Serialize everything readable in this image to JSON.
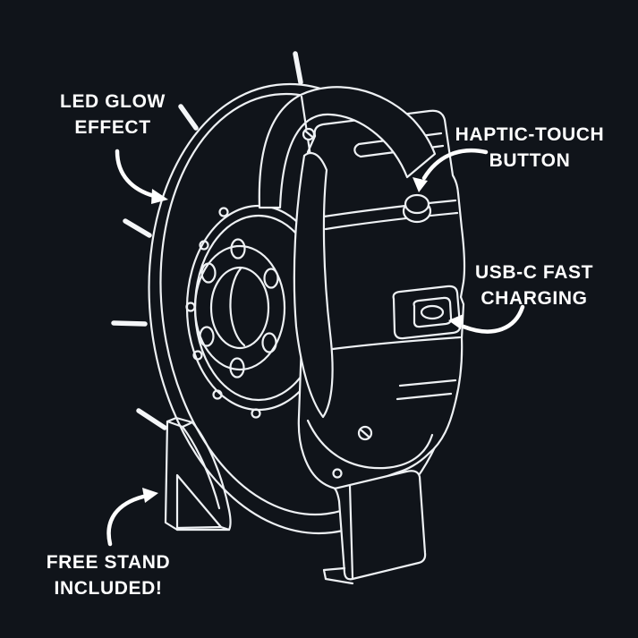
{
  "page": {
    "background_color": "#10141a",
    "line_color": "#eef1f4",
    "text_color": "#ffffff"
  },
  "figure": {
    "style": "white line-art on dark background",
    "subject": "brake disc rotor with caliper, shown on a display stand",
    "parts": [
      "brake-rotor",
      "hub",
      "caliper",
      "haptic-button",
      "usb-c-port",
      "display-stand",
      "glow-dashes"
    ]
  },
  "annotations": {
    "led_glow": {
      "line1": "LED GLOW",
      "line2": "EFFECT"
    },
    "haptic": {
      "line1": "HAPTIC-TOUCH",
      "line2": "BUTTON"
    },
    "usb": {
      "line1": "USB-C FAST",
      "line2": "CHARGING"
    },
    "free_stand": {
      "line1": "FREE STAND",
      "line2": "INCLUDED!"
    }
  }
}
